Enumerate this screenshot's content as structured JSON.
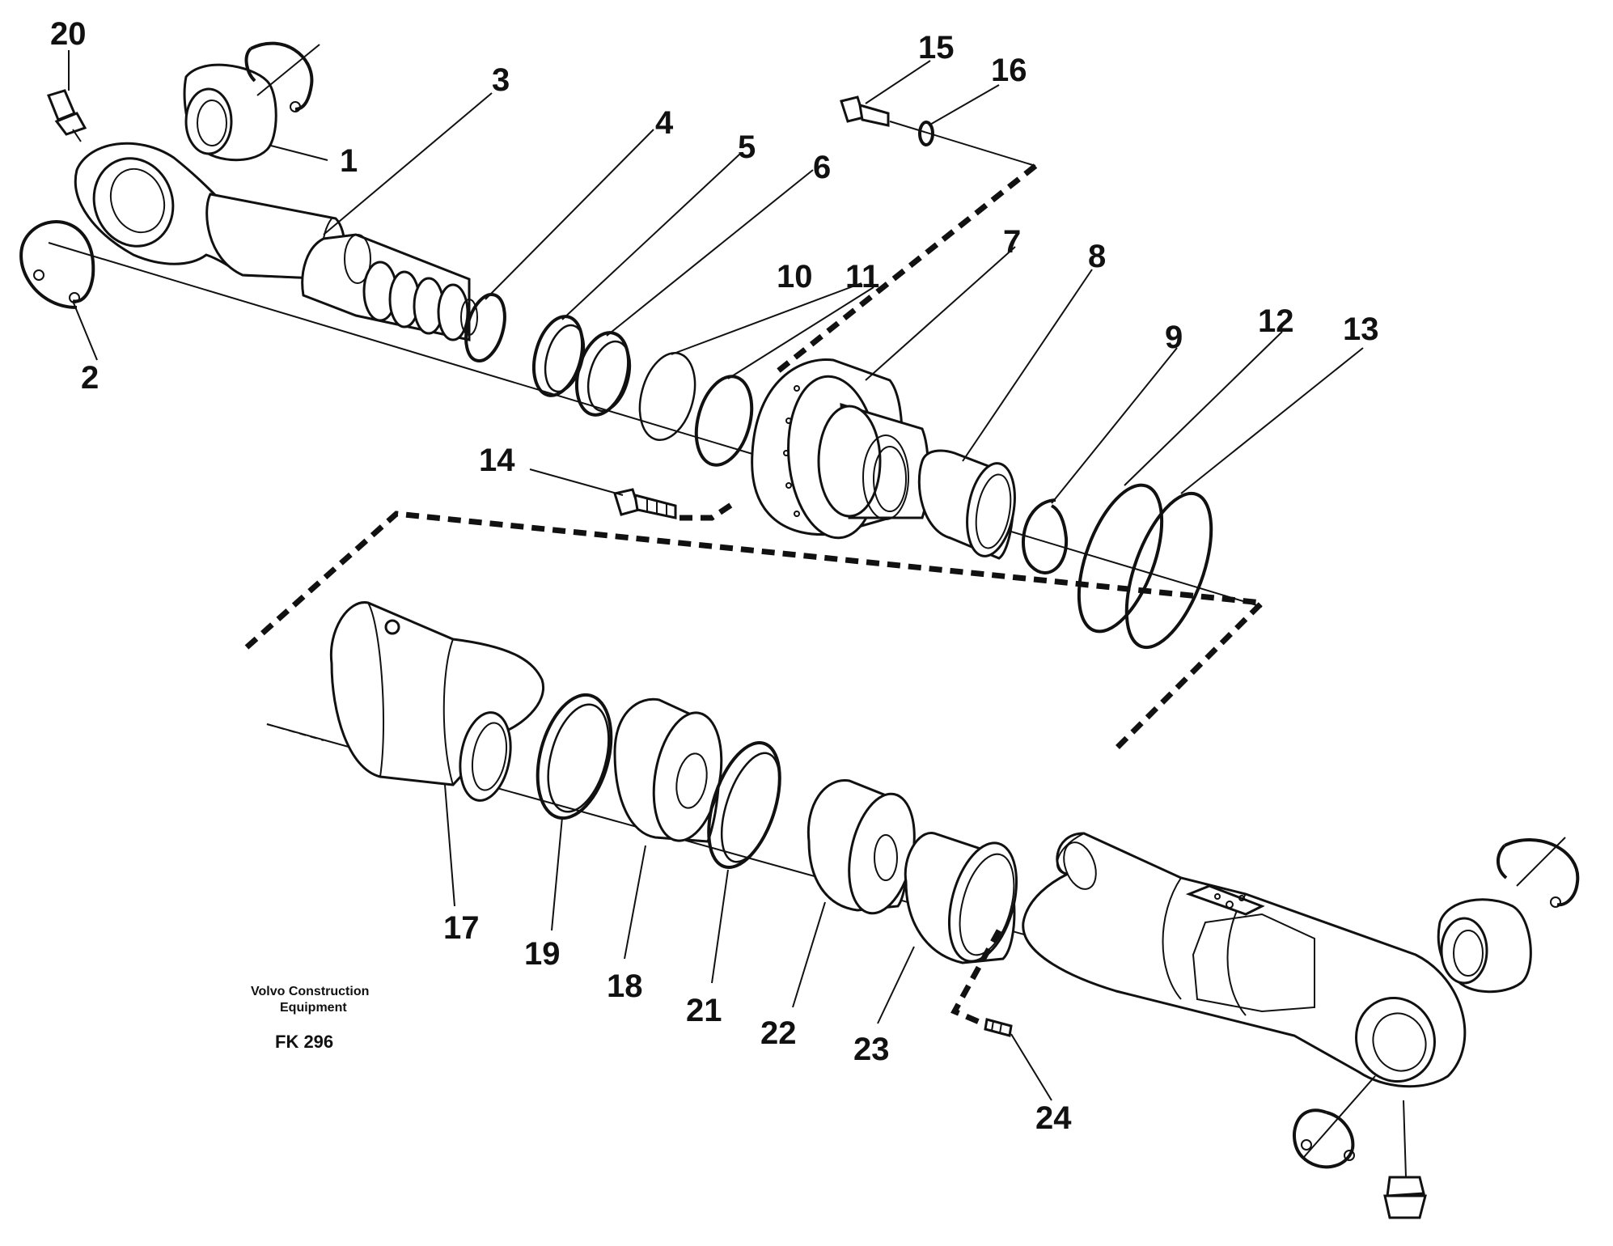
{
  "diagram": {
    "callouts": [
      "1",
      "2",
      "3",
      "4",
      "5",
      "6",
      "7",
      "8",
      "9",
      "10",
      "11",
      "12",
      "13",
      "14",
      "15",
      "16",
      "17",
      "18",
      "19",
      "20",
      "21",
      "22",
      "23",
      "24"
    ],
    "brand_line1": "Volvo Construction",
    "brand_line2": "Equipment",
    "drawing_code": "FK 296"
  }
}
